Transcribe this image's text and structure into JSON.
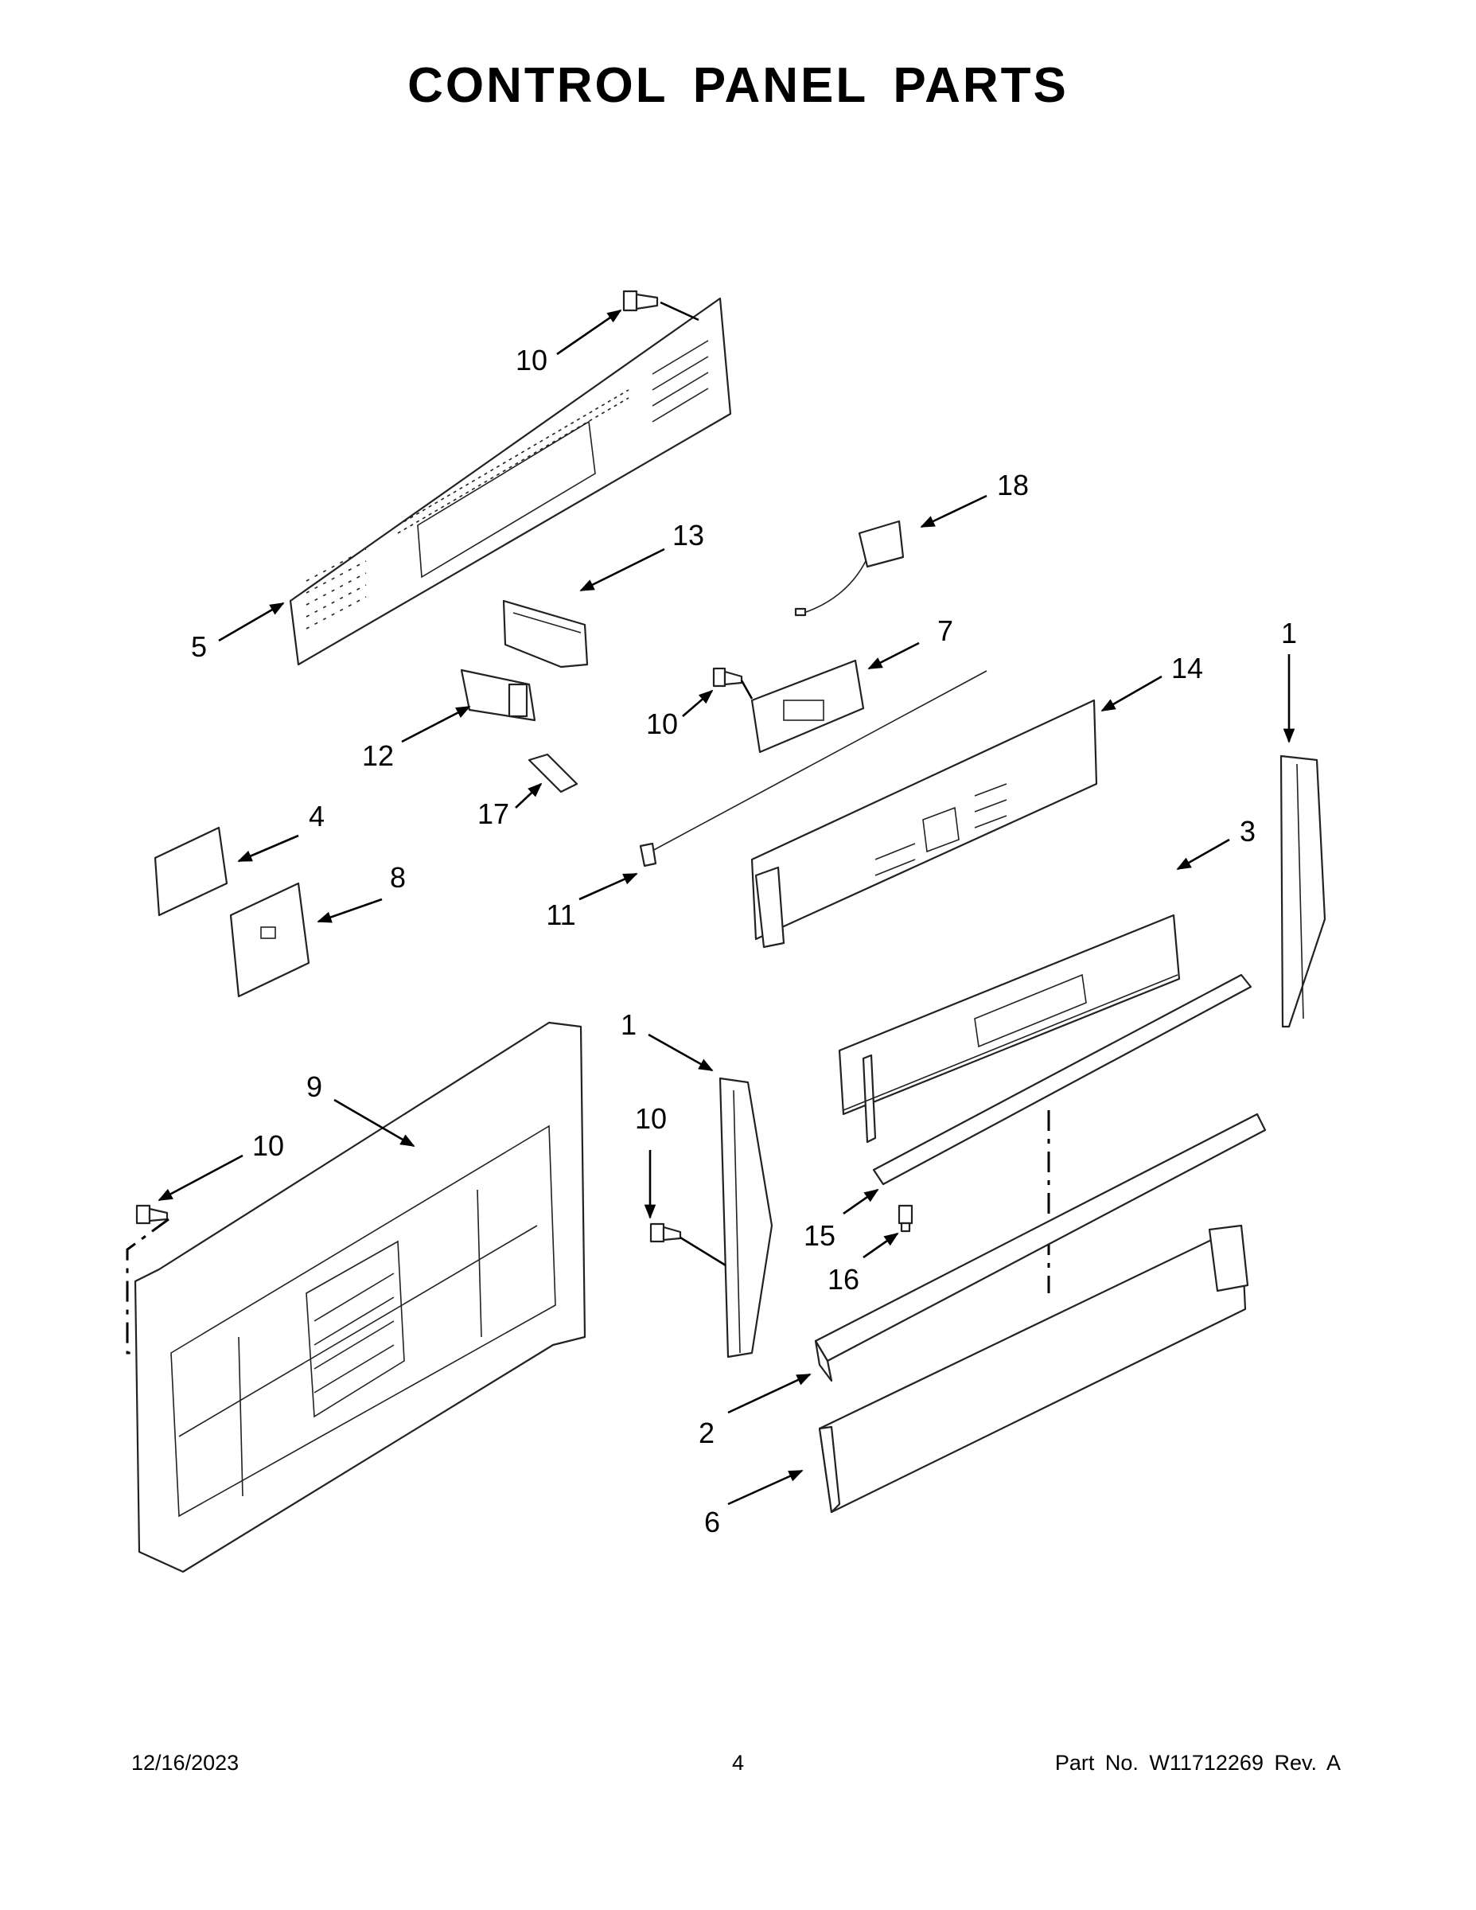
{
  "title": "CONTROL PANEL PARTS",
  "footer": {
    "date": "12/16/2023",
    "page": "4",
    "part": "Part No.  W11712269  Rev.  A"
  },
  "callouts": {
    "c10_top": "10",
    "c18": "18",
    "c13": "13",
    "c5": "5",
    "c7": "7",
    "c1_right": "1",
    "c14": "14",
    "c12": "12",
    "c10_mid": "10",
    "c17": "17",
    "c4": "4",
    "c8": "8",
    "c11": "11",
    "c3": "3",
    "c1_mid": "1",
    "c9": "9",
    "c10_left": "10",
    "c10_lower": "10",
    "c15": "15",
    "c16": "16",
    "c2": "2",
    "c6": "6"
  }
}
